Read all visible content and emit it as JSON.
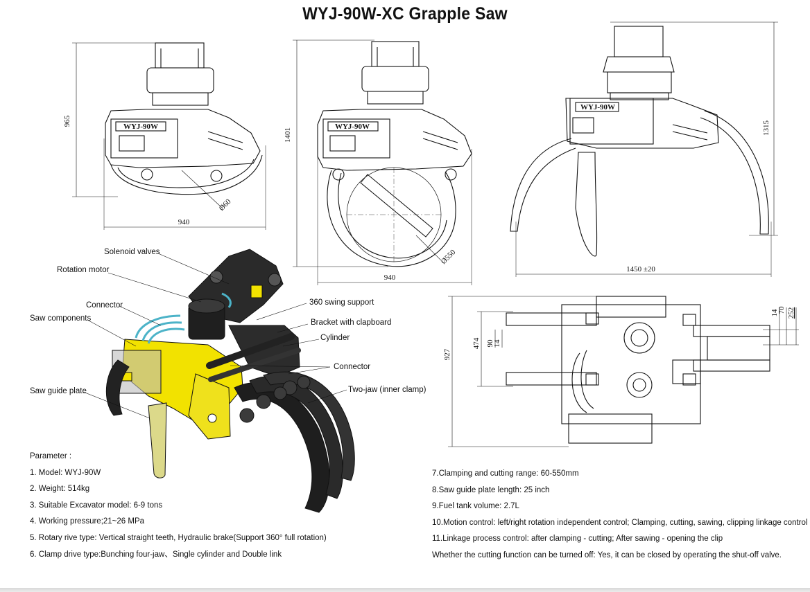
{
  "title": "WYJ-90W-XC Grapple Saw",
  "views": {
    "front_closed": {
      "height_dim": "965",
      "width_dim": "940",
      "diameter": "Ø60",
      "plate": "WYJ-90W"
    },
    "front_open": {
      "height_dim": "1401",
      "width_dim": "940",
      "diameter": "Ø550",
      "plate": "WYJ-90W"
    },
    "side": {
      "height_dim": "1315",
      "width_dim": "1450 ±20",
      "plate": "WYJ-90W"
    },
    "top": {
      "height_dim": "927",
      "dims_left": [
        "474",
        "90",
        "14"
      ],
      "dims_right": [
        "14",
        "70",
        "252"
      ]
    }
  },
  "callouts": {
    "solenoid_valves": "Solenoid valves",
    "rotation_motor": "Rotation motor",
    "connector_1": "Connector",
    "saw_components": "Saw components",
    "saw_guide_plate": "Saw guide plate",
    "swing_support": "360 swing support",
    "bracket": "Bracket with clapboard",
    "cylinder": "Cylinder",
    "connector_2": "Connector",
    "two_jaw": "Two-jaw (inner clamp)"
  },
  "parameters": {
    "heading": "Parameter :",
    "left": [
      "1. Model: WYJ-90W",
      "2. Weight: 514kg",
      "3. Suitable Excavator model: 6-9 tons",
      "4. Working pressure;21~26 MPa",
      "5. Rotary rive type: Vertical straight teeth, Hydraulic brake(Support 360° full rotation)",
      "6. Clamp drive type:Bunching four-jaw、Single cylinder and Double link"
    ],
    "right": [
      "7.Clamping and cutting range: 60-550mm",
      "8.Saw guide plate length: 25 inch",
      "9.Fuel tank volume: 2.7L",
      "10.Motion control: left/right rotation independent control; Clamping, cutting, sawing, clipping linkage control",
      "11.Linkage process control: after clamping - cutting; After sawing - opening the clip",
      "Whether the cutting function can be turned off: Yes, it can be closed by operating the shut-off valve."
    ]
  },
  "colors": {
    "accent_yellow": "#f2e200",
    "machine_dark": "#2a2a2a",
    "saw_plate": "#dcd98a"
  }
}
